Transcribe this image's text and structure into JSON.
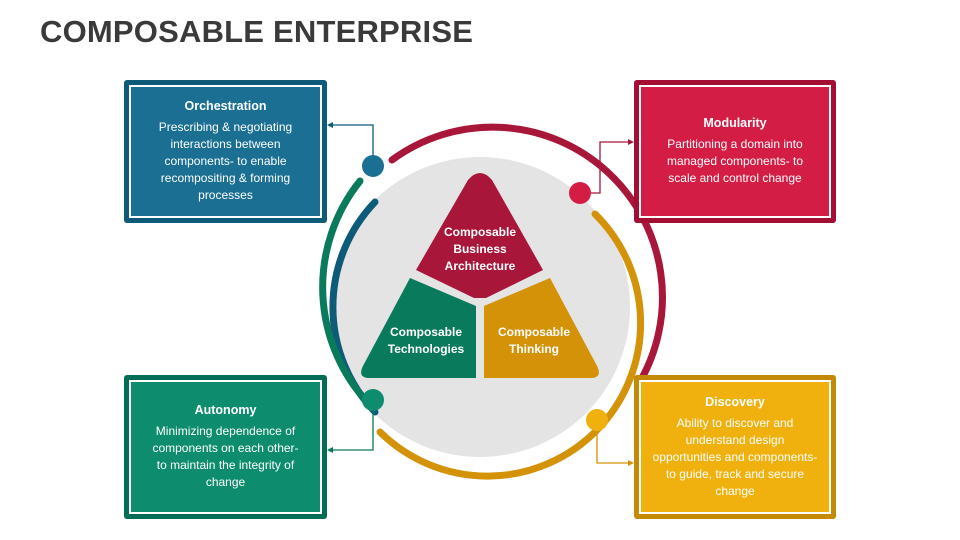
{
  "title": "COMPOSABLE ENTERPRISE",
  "colors": {
    "orchestration": "#1a6f93",
    "modularity": "#d41d45",
    "autonomy": "#0d8c6e",
    "discovery": "#f0b10f",
    "triangle_top": "#a8163a",
    "triangle_left": "#0a7a5c",
    "triangle_right": "#d39208",
    "circle_fill": "#e4e4e4"
  },
  "cards": {
    "orchestration": {
      "title": "Orchestration",
      "body": "Prescribing & negotiating interactions between components- to enable recompositing & forming processes"
    },
    "modularity": {
      "title": "Modularity",
      "body": "Partitioning a domain into managed components- to scale and control change"
    },
    "autonomy": {
      "title": "Autonomy",
      "body": "Minimizing dependence of components on each other- to maintain the integrity of change"
    },
    "discovery": {
      "title": "Discovery",
      "body": "Ability to discover and understand design opportunities and components- to guide, track and secure change"
    }
  },
  "triangle": {
    "top": "Composable Business Architecture",
    "left": "Composable Technologies",
    "right": "Composable Thinking"
  }
}
